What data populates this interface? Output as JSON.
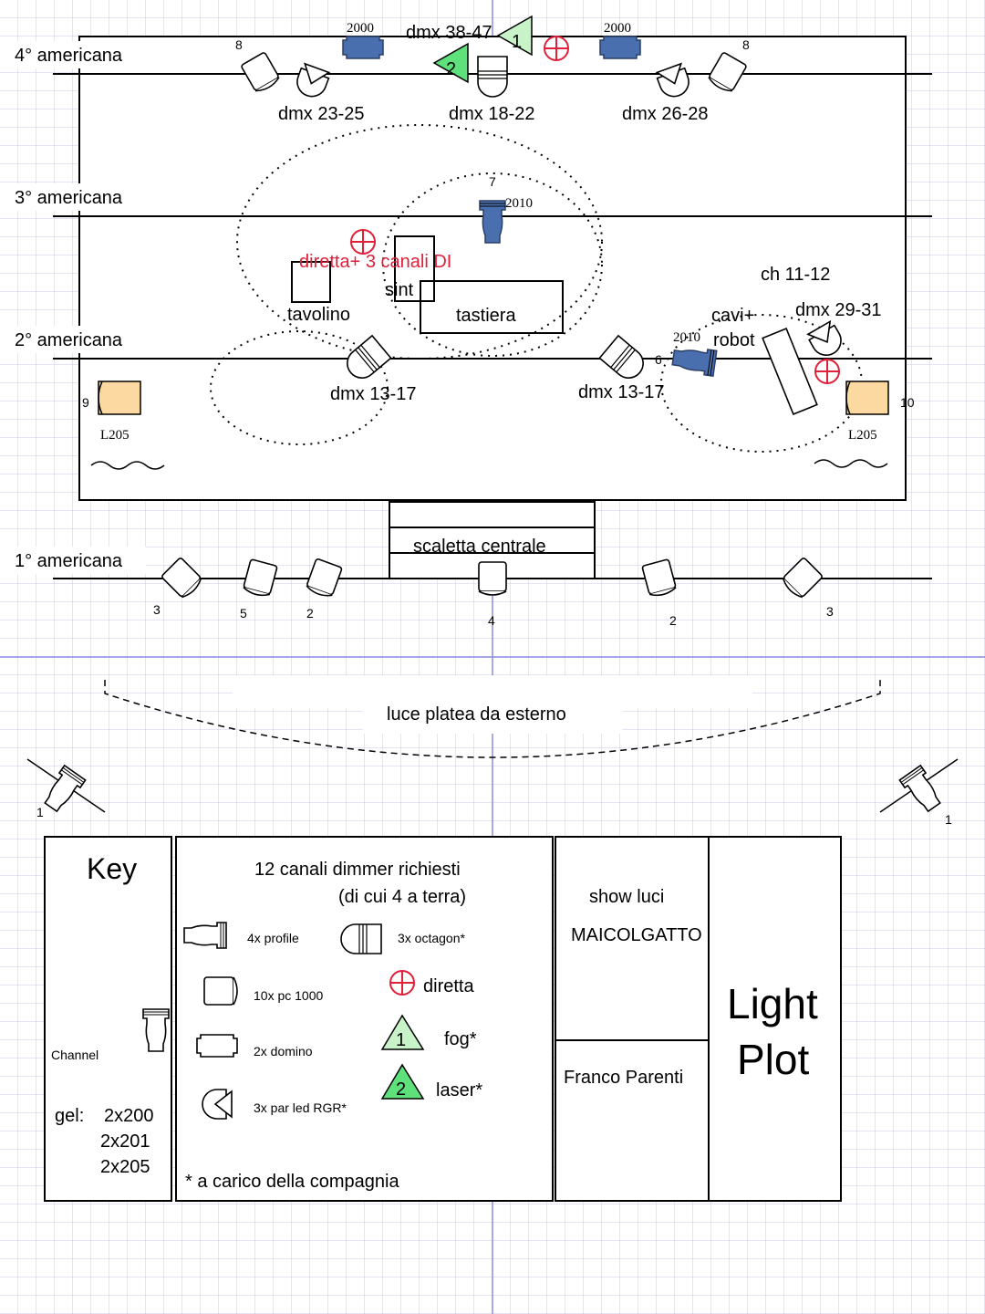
{
  "pipes": [
    "4° americana",
    "3° americana",
    "2° americana",
    "1° americana"
  ],
  "top": {
    "dmx_left": "dmx 23-25",
    "dmx_center": "dmx 18-22",
    "dmx_right": "dmx 26-28",
    "dmx_effects": "dmx 38-47",
    "domino_left": "2000",
    "domino_right": "2000",
    "ch_left": "8",
    "ch_right": "8",
    "fog_num": "1",
    "laser_num": "2"
  },
  "mid": {
    "profile_top_ch": "7",
    "profile_top_w": "2010",
    "diretta": "diretta+ 3 canali DI",
    "tavolino": "tavolino",
    "sint": "sint",
    "tastiera": "tastiera",
    "ch1112": "ch 11-12",
    "cavi1": "cavi+",
    "cavi2": "robot",
    "dmx2931": "dmx 29-31",
    "dmx1317a": "dmx 13-17",
    "dmx1317b": "dmx 13-17",
    "profile_ch": "6",
    "profile_w": "2010",
    "ch_left": "9",
    "ch_right": "10",
    "gel_left": "L205",
    "gel_right": "L205"
  },
  "front": {
    "scaletta": "scaletta centrale",
    "channels": [
      "3",
      "5",
      "2",
      "4",
      "2",
      "3"
    ],
    "platea": "luce platea da esterno",
    "side_left": "1",
    "side_right": "1"
  },
  "key": {
    "title": "Key",
    "channel": "Channel",
    "gel_label": "gel:",
    "gels": [
      "2x200",
      "2x201",
      "2x205"
    ]
  },
  "legend": {
    "line1": "12 canali dimmer richiesti",
    "line2": "(di cui 4 a terra)",
    "profile": "4x profile",
    "pc": "10x pc 1000",
    "domino": "2x domino",
    "parled": "3x par led RGR*",
    "octagon": "3x octagon*",
    "diretta": "diretta",
    "fog": "fog*",
    "laser": "laser*",
    "fog_num": "1",
    "laser_num": "2",
    "note": "* a carico della compagnia"
  },
  "title": {
    "show": "show luci",
    "company": "MAICOLGATTO",
    "venue": "Franco Parenti",
    "plot1": "Light",
    "plot2": "Plot"
  },
  "colors": {
    "grid": "#c9c9ef",
    "axis": "#8c8ce0",
    "fixture_blue": "#4a6fae",
    "fog": "#c8f2c8",
    "laser": "#5ee07a",
    "diretta": "#e0203a",
    "gel": "#fcd9a0"
  }
}
